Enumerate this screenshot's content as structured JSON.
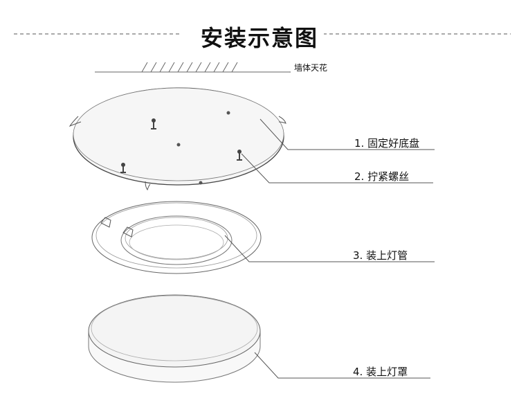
{
  "title": "安装示意图",
  "ceiling_label": "墙体天花",
  "steps": [
    {
      "label": "1. 固定好底盘"
    },
    {
      "label": "2. 拧紧螺丝"
    },
    {
      "label": "3. 装上灯管"
    },
    {
      "label": "4. 装上灯罩"
    }
  ]
}
